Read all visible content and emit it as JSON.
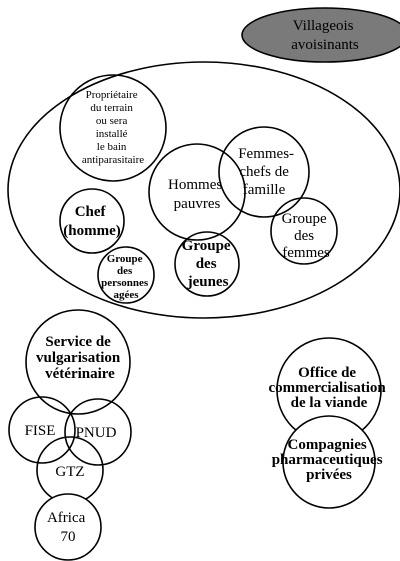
{
  "villages": {
    "lines": [
      "Villageois",
      "avoisinants"
    ],
    "color": "#7a7a7a"
  },
  "community": {
    "landowner": {
      "lines": [
        "Propriétaire",
        "du terrain",
        "ou sera",
        "installé",
        "le bain",
        "antiparasitaire"
      ]
    },
    "poor_men": {
      "lines": [
        "Hommes",
        "pauvres"
      ]
    },
    "female_heads": {
      "lines": [
        "Femmes-",
        "chefs de",
        "famille"
      ]
    },
    "women_group": {
      "lines": [
        "Groupe",
        "des",
        "femmes"
      ]
    },
    "chief": {
      "lines": [
        "Chef",
        "(homme)"
      ]
    },
    "youth_group": {
      "lines": [
        "Groupe",
        "des",
        "jeunes"
      ]
    },
    "elderly_group": {
      "lines": [
        "Groupe",
        "des",
        "personnes",
        "agées"
      ]
    }
  },
  "institutions": {
    "vet_service": {
      "lines": [
        "Service de",
        "vulgarisation",
        "vétérinaire"
      ]
    },
    "fise": {
      "lines": [
        "FISE"
      ]
    },
    "pnud": {
      "lines": [
        "PNUD"
      ]
    },
    "gtz": {
      "lines": [
        "GTZ"
      ]
    },
    "africa70": {
      "lines": [
        "Africa",
        "70"
      ]
    },
    "meat_office": {
      "lines": [
        "Office de",
        "commercialisation",
        "de la viande"
      ]
    },
    "pharma": {
      "lines": [
        "Compagnies",
        "pharmaceutiques",
        "privées"
      ]
    }
  }
}
